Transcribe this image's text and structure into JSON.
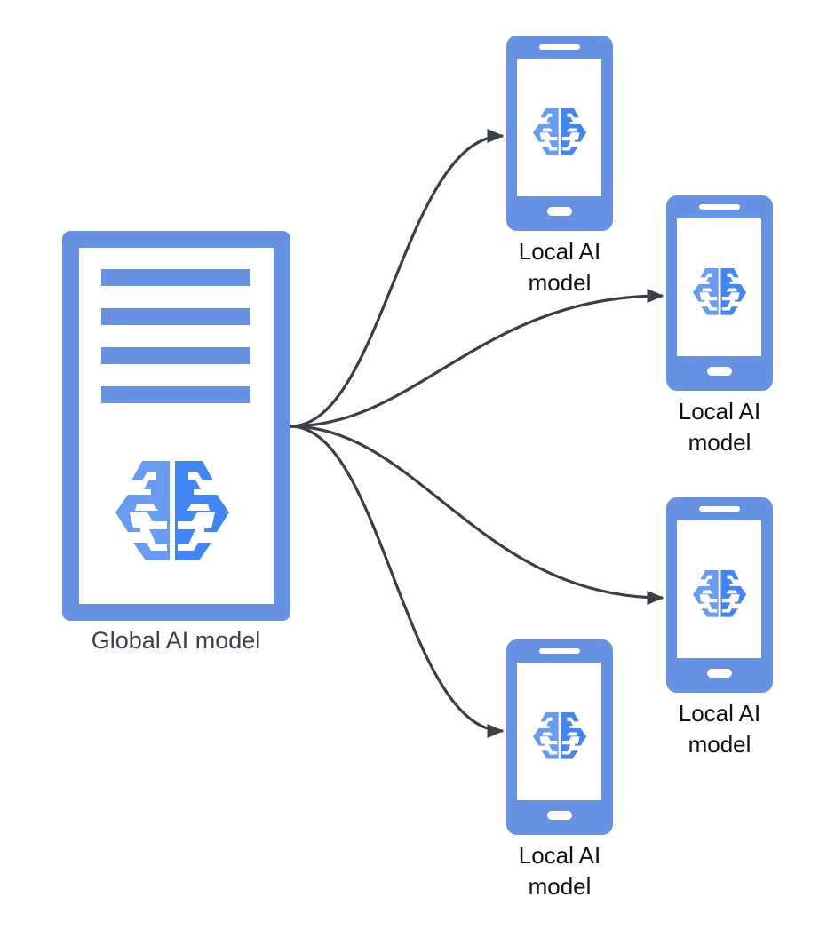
{
  "colors": {
    "device_blue": "#6792e3",
    "brain_light": "#679cf2",
    "brain_dark": "#4286f3",
    "arrow": "#393e47",
    "global_label": "#3b3f48",
    "local_label": "#111111",
    "background": "#ffffff"
  },
  "global_model": {
    "icon": "server-icon",
    "brain_icon": "brain-icon",
    "label": "Global AI model"
  },
  "local_models": [
    {
      "icon": "smartphone-icon",
      "brain_icon": "brain-icon",
      "label_line1": "Local AI",
      "label_line2": "model"
    },
    {
      "icon": "smartphone-icon",
      "brain_icon": "brain-icon",
      "label_line1": "Local AI",
      "label_line2": "model"
    },
    {
      "icon": "smartphone-icon",
      "brain_icon": "brain-icon",
      "label_line1": "Local AI",
      "label_line2": "model"
    },
    {
      "icon": "smartphone-icon",
      "brain_icon": "brain-icon",
      "label_line1": "Local AI",
      "label_line2": "model"
    }
  ],
  "connections": [
    {
      "from": "global_model",
      "to": "local_models.0"
    },
    {
      "from": "global_model",
      "to": "local_models.1"
    },
    {
      "from": "global_model",
      "to": "local_models.2"
    },
    {
      "from": "global_model",
      "to": "local_models.3"
    }
  ]
}
